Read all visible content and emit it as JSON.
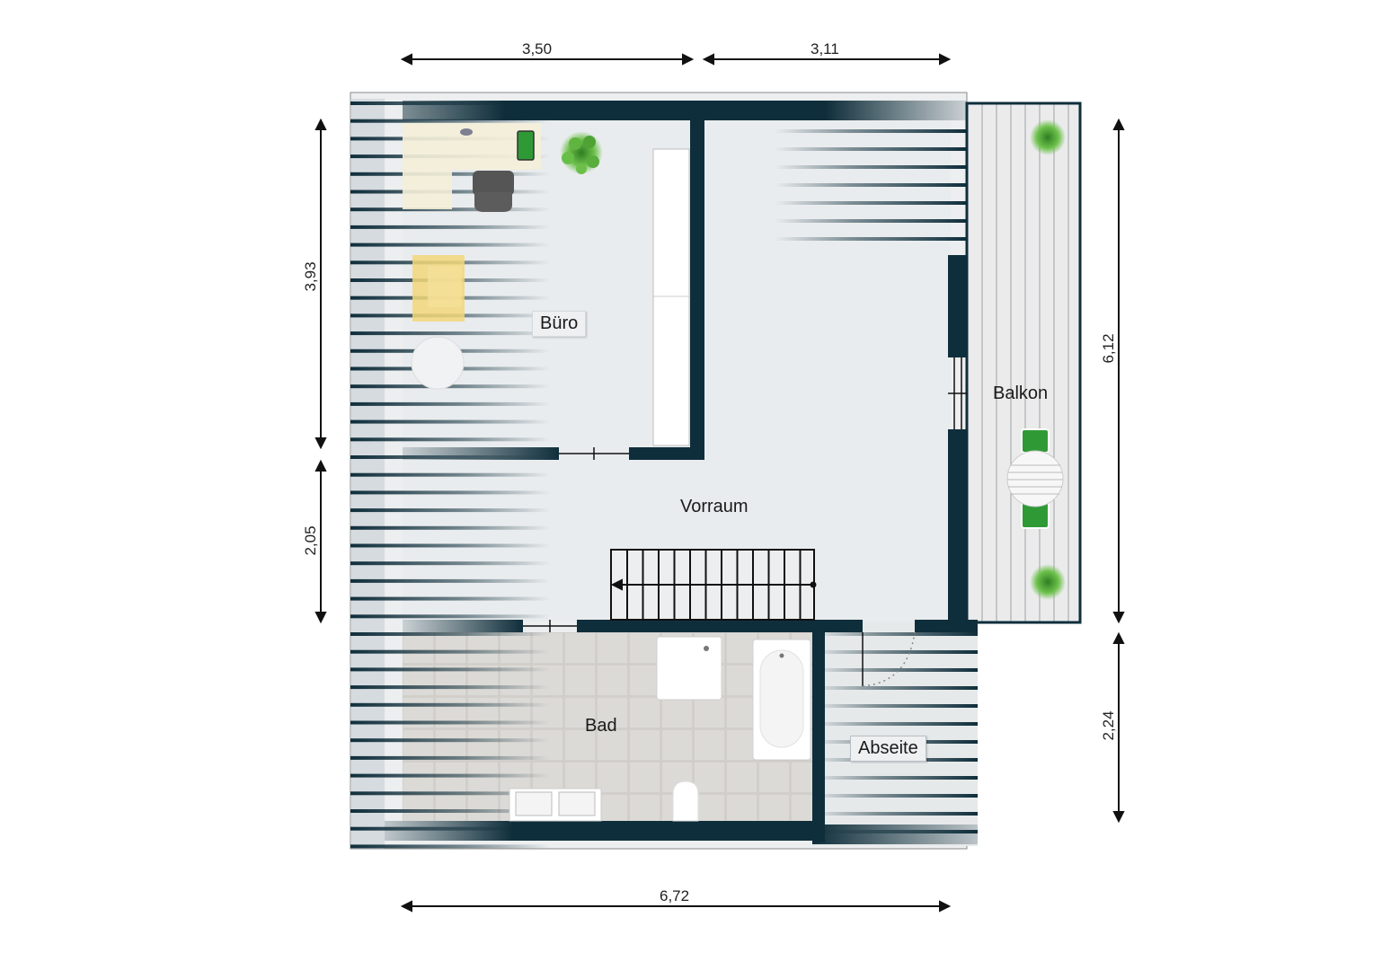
{
  "plan": {
    "type": "floor-plan",
    "colors": {
      "wall": "#0f2e3b",
      "floor": "#e9eced",
      "tile": "#d8d6d3",
      "desk": "#f3eed7",
      "armchair": "#f2d77a",
      "plant_green": "#4aa83b",
      "chair_green": "#2f9a35",
      "balcony": "#e8e9ea"
    }
  },
  "dimensions": {
    "top_left": "3,50",
    "top_right": "3,11",
    "left_upper": "3,93",
    "left_lower": "2,05",
    "right_upper": "6,12",
    "right_lower": "2,24",
    "bottom": "6,72"
  },
  "rooms": {
    "buero": "Büro",
    "vorraum": "Vorraum",
    "balkon": "Balkon",
    "bad": "Bad",
    "abseite": "Abseite"
  }
}
